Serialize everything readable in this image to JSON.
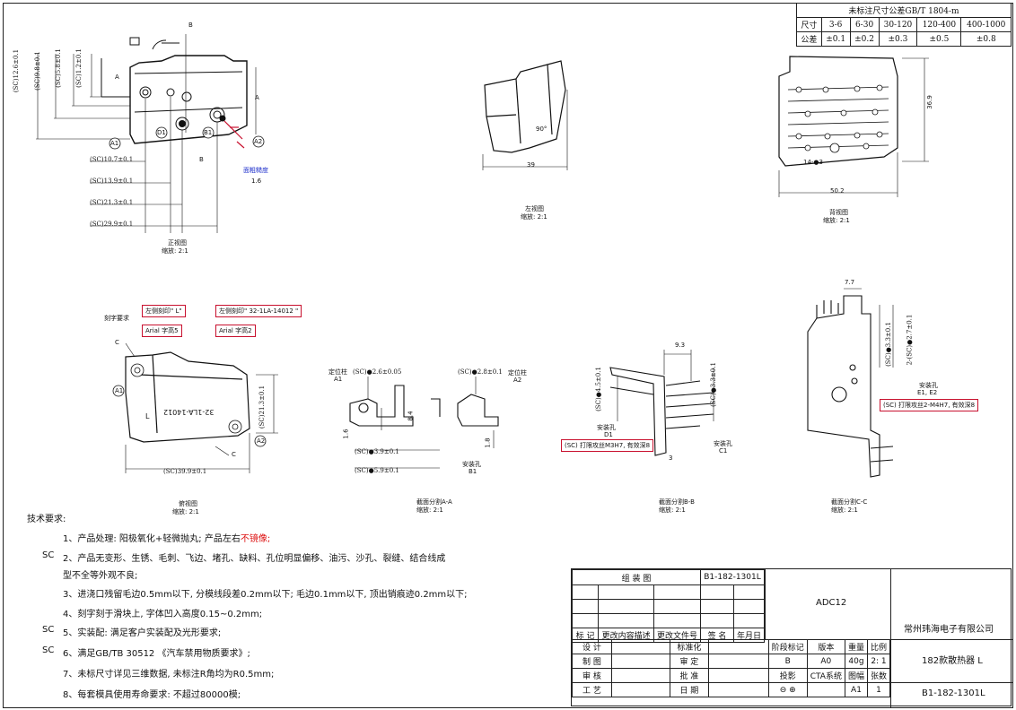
{
  "tolerance": {
    "title": "未标注尺寸公差GB/T 1804-m",
    "row1_label": "尺寸",
    "row2_label": "公差",
    "ranges": [
      "3-6",
      "6-30",
      "30-120",
      "120-400",
      "400-1000"
    ],
    "values": [
      "±0.1",
      "±0.2",
      "±0.3",
      "±0.5",
      "±0.8"
    ]
  },
  "front_view": {
    "dims_v": [
      "(SC)12.6±0.1",
      "(SC)9.8±0.1",
      "(SC)5.8±0.1",
      "(SC)1.2±0.1"
    ],
    "dims_h": [
      "(SC)10.7±0.1",
      "(SC)13.9±0.1",
      "(SC)21.3±0.1",
      "(SC)29.9±0.1"
    ],
    "labels": [
      "A1",
      "D1",
      "B1",
      "A2",
      "A",
      "A",
      "B",
      "B"
    ],
    "roughness": "面粗糙度",
    "roughness_val": "1.6",
    "name": "正视图",
    "scale": "缩放:   2:1"
  },
  "left_view": {
    "dim": "39",
    "angle": "90°",
    "name": "左视图",
    "scale": "缩放:   2:1"
  },
  "back_view": {
    "dim_w": "50.2",
    "dim_h": "36.9",
    "holes": "14-●3",
    "name": "背视图",
    "scale": "缩放:   2:1"
  },
  "bottom_view": {
    "engrave_req": "刻字要求",
    "box1": "左侧刻印\" L\"",
    "box2": "左侧刻印\" 32-1LA-14012 \"",
    "box3": "Arial  字高5",
    "box4": "Arial  字高2",
    "engrave_text": "32-1LA-14012",
    "engrave_letter": "L",
    "dim_w": "(SC)39.9±0.1",
    "dim_h": "(SC)21.3±0.1",
    "c_label": "C",
    "a1": "A1",
    "a2": "A2",
    "name": "俯视图",
    "scale": "缩放:   2:1"
  },
  "section_a": {
    "loc1": "定位柱",
    "loc1_id": "A1",
    "loc2": "定位柱",
    "loc2_id": "A2",
    "d1": "(SC)●2.6±0.05",
    "d2": "(SC)●2.8±0.1",
    "d3": "(SC)●3.9±0.1",
    "d4": "(SC)●5.9±0.1",
    "d5": "8.4",
    "d6": "1.6",
    "d7": "1.8",
    "hole": "安装孔",
    "hole_id": "B1",
    "name": "截面分割A-A",
    "scale": "缩放:   2:1"
  },
  "section_b": {
    "d_top": "9.3",
    "d_v1": "(SC)●4.5±0.1",
    "d_v2": "(SC)●3.3±0.1",
    "d_b": "3",
    "hole1": "安装孔",
    "hole1_id": "D1",
    "hole2": "安装孔",
    "hole2_id": "C1",
    "note": "(SC)   打限攻丝M3H7, 有效深8",
    "name": "截面分割B-B",
    "scale": "缩放:   2:1"
  },
  "section_c": {
    "d_top": "7.7",
    "d_v1": "(SC)●3.3±0.1",
    "d_v2": "2-(SC)●2.7±0.1",
    "hole": "安装孔",
    "hole_id": "E1, E2",
    "note": "(SC)   打限攻丝2-M4H7, 有效深8",
    "name": "截面分割C-C",
    "scale": "缩放:   2:1"
  },
  "requirements": {
    "title": "技术要求:",
    "items": [
      {
        "prefix": "",
        "text": "1、产品处理: 阳极氧化+轻微抛丸; 产品左右",
        "red": "不镜像;"
      },
      {
        "prefix": "SC",
        "text": "2、产品无变形、生锈、毛刺、飞边、堵孔、缺料、孔位明显偏移、油污、沙孔、裂缝、结合线成",
        "red": ""
      },
      {
        "prefix": "",
        "text": "型不全等外观不良;",
        "red": ""
      },
      {
        "prefix": "",
        "text": "3、进浇口残留毛边0.5mm以下, 分模线段差0.2mm以下; 毛边0.1mm以下, 顶出销痕迹0.2mm以下;",
        "red": ""
      },
      {
        "prefix": "",
        "text": "4、刻字刻于滑块上, 字体凹入高度0.15~0.2mm;",
        "red": ""
      },
      {
        "prefix": "SC",
        "text": "5、实装配: 满足客户实装配及光形要求;",
        "red": ""
      },
      {
        "prefix": "SC",
        "text": "6、满足GB/TB 30512  《汽车禁用物质要求》;",
        "red": ""
      },
      {
        "prefix": "",
        "text": "7、未标尺寸详见三维数据, 未标注R角均为R0.5mm;",
        "red": ""
      },
      {
        "prefix": "",
        "text": "8、每套模具使用寿命要求: 不超过80000模;",
        "red": ""
      }
    ]
  },
  "title_block": {
    "assembly": "组     装     图",
    "drawing_no_top": "B1-182-1301L",
    "material": "ADC12",
    "company": "常州玮海电子有限公司",
    "rev_headers": [
      "标  记",
      "更改内容描述",
      "更改文件号",
      "签  名",
      "年月日"
    ],
    "design": "设  计",
    "standard": "标准化",
    "stage": "阶段标记",
    "version": "版本",
    "weight": "重量",
    "ratio": "比例",
    "product": "182款散热器 L",
    "draw": "制  图",
    "check_label": "审  定",
    "stage_val": "B",
    "version_val": "A0",
    "weight_val": "40g",
    "ratio_val": "2: 1",
    "review": "审  核",
    "approve": "批  准",
    "projection": "投影",
    "cta": "CTA系统",
    "format": "图幅",
    "sheets": "张数",
    "process": "工  艺",
    "date": "日  期",
    "format_val": "A1",
    "sheets_val": "1",
    "drawing_no": "B1-182-1301L"
  }
}
